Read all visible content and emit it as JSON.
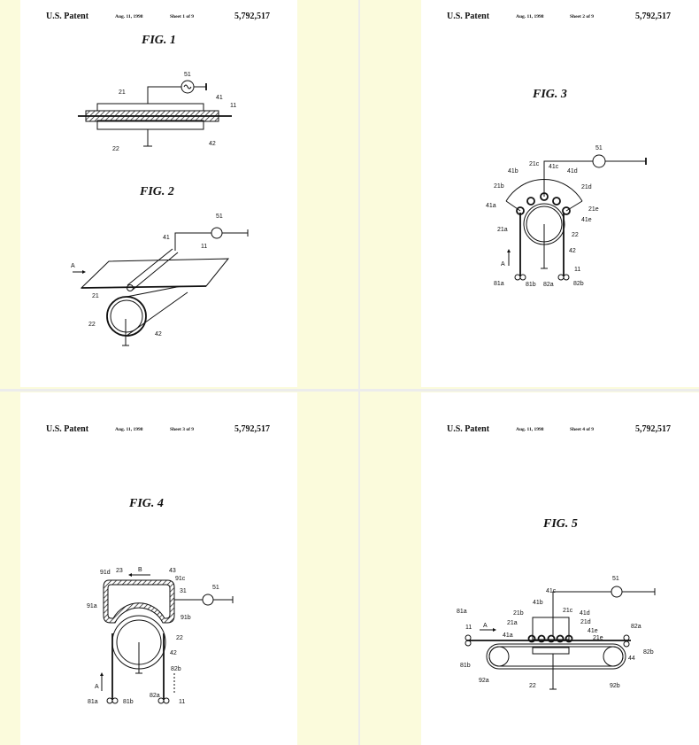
{
  "pages": [
    {
      "header": {
        "title": "U.S. Patent",
        "date": "Aug. 11, 1998",
        "sheet": "Sheet 1 of 9",
        "number": "5,792,517"
      },
      "figures": [
        {
          "title": "FIG. 1",
          "labels": [
            "51",
            "21",
            "41",
            "11",
            "22",
            "42"
          ]
        },
        {
          "title": "FIG. 2",
          "labels": [
            "51",
            "41",
            "11",
            "A",
            "21",
            "22",
            "42"
          ]
        }
      ]
    },
    {
      "header": {
        "title": "U.S. Patent",
        "date": "Aug. 11, 1998",
        "sheet": "Sheet 2 of 9",
        "number": "5,792,517"
      },
      "figures": [
        {
          "title": "FIG. 3",
          "labels": [
            "51",
            "21c",
            "41c",
            "41b",
            "41d",
            "21b",
            "21d",
            "41a",
            "21e",
            "41e",
            "21a",
            "22",
            "42",
            "A",
            "11",
            "81a",
            "81b",
            "82a",
            "82b"
          ]
        }
      ]
    },
    {
      "header": {
        "title": "U.S. Patent",
        "date": "Aug. 11, 1998",
        "sheet": "Sheet 3 of 9",
        "number": "5,792,517"
      },
      "figures": [
        {
          "title": "FIG. 4",
          "labels": [
            "91d",
            "23",
            "B",
            "43",
            "91c",
            "31",
            "51",
            "91a",
            "91b",
            "22",
            "42",
            "82b",
            "A",
            "82a",
            "81a",
            "81b",
            "11"
          ]
        }
      ]
    },
    {
      "header": {
        "title": "U.S. Patent",
        "date": "Aug. 11, 1998",
        "sheet": "Sheet 4 of 9",
        "number": "5,792,517"
      },
      "figures": [
        {
          "title": "FIG. 5",
          "labels": [
            "51",
            "41c",
            "41b",
            "21c",
            "41d",
            "21b",
            "21d",
            "21a",
            "41e",
            "81a",
            "11",
            "A",
            "41a",
            "21e",
            "82a",
            "82b",
            "44",
            "81b",
            "92a",
            "22",
            "92b"
          ]
        }
      ]
    }
  ]
}
